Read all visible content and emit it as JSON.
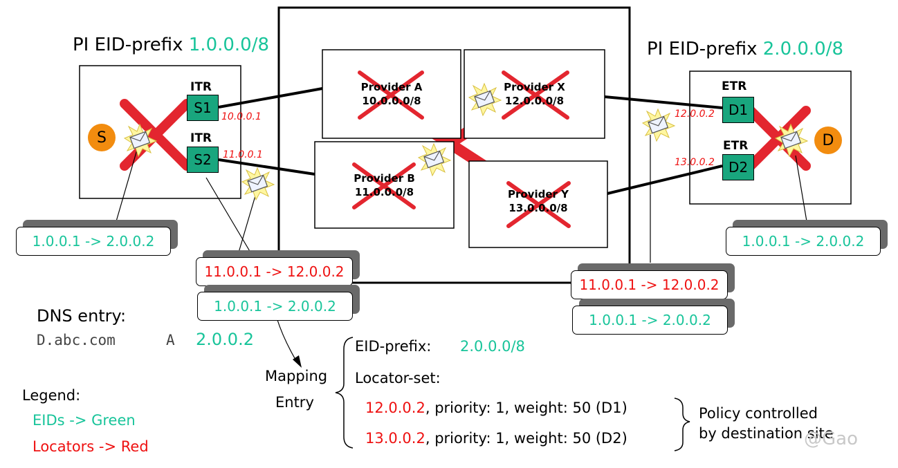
{
  "left_site": {
    "title_prefix": "PI EID-prefix",
    "title_value": "1.0.0.0/8",
    "host": "S",
    "itr1_label": "ITR",
    "itr1_name": "S1",
    "itr1_ip": "10.0.0.1",
    "itr2_label": "ITR",
    "itr2_name": "S2",
    "itr2_ip": "11.0.0.1"
  },
  "right_site": {
    "title_prefix": "PI EID-prefix",
    "title_value": "2.0.0.0/8",
    "host": "D",
    "etr1_label": "ETR",
    "etr1_name": "D1",
    "etr1_ip": "12.0.0.2",
    "etr2_label": "ETR",
    "etr2_name": "D2",
    "etr2_ip": "13.0.0.2"
  },
  "providers": [
    {
      "name": "Provider A",
      "prefix": "10.0.0.0/8"
    },
    {
      "name": "Provider X",
      "prefix": "12.0.0.0/8"
    },
    {
      "name": "Provider B",
      "prefix": "11.0.0.0/8"
    },
    {
      "name": "Provider Y",
      "prefix": "13.0.0.0/8"
    }
  ],
  "packets": {
    "left_inner": "1.0.0.1 -> 2.0.0.2",
    "center_outer": "11.0.0.1 -> 12.0.0.2",
    "center_inner": "1.0.0.1 -> 2.0.0.2",
    "right_outer": "11.0.0.1 -> 12.0.0.2",
    "right_inner": "1.0.0.1 -> 2.0.0.2",
    "far_right_inner": "1.0.0.1 -> 2.0.0.2"
  },
  "dns": {
    "label": "DNS entry:",
    "name": "D.abc.com",
    "type": "A",
    "address": "2.0.0.2"
  },
  "mapping": {
    "label_line1": "Mapping",
    "label_line2": "Entry",
    "eid_label": "EID-prefix:",
    "eid_value": "2.0.0.0/8",
    "locator_label": "Locator-set:",
    "loc1_ip": "12.0.0.2",
    "loc1_rest": ", priority: 1, weight: 50 (D1)",
    "loc2_ip": "13.0.0.2",
    "loc2_rest": ", priority: 1, weight: 50 (D2)",
    "policy_line1": "Policy controlled",
    "policy_line2": "by destination site"
  },
  "legend": {
    "title": "Legend:",
    "eids": "EIDs -> Green",
    "locators": "Locators -> Red"
  },
  "watermark": "@Gao",
  "colors": {
    "eid_green": "#18c49a",
    "locator_red": "#ee1111",
    "router_green": "#19a67e",
    "host_orange": "#f28c0f",
    "cross_red": "#e3262f"
  }
}
